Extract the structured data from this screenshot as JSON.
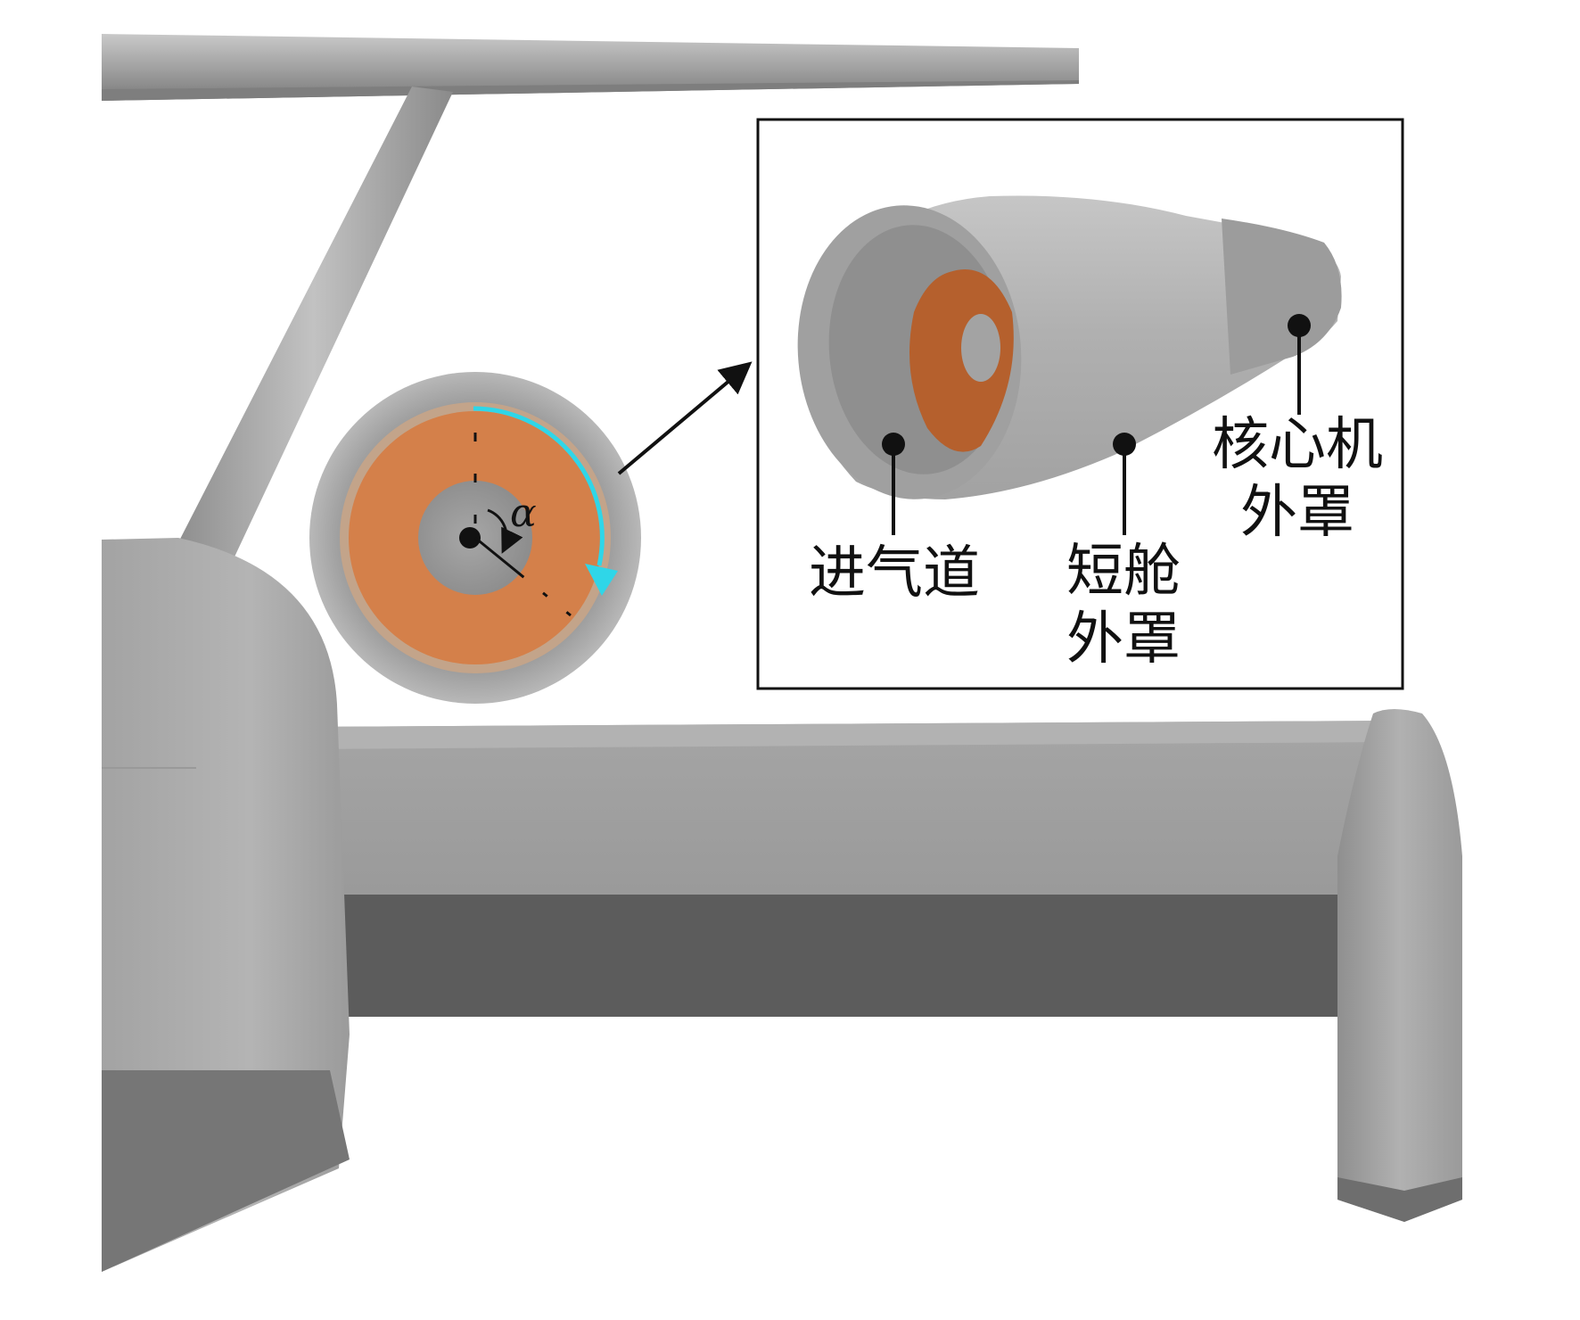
{
  "colors": {
    "background": "#ffffff",
    "surface_light": "#b4b4b4",
    "surface_mid": "#9d9d9d",
    "surface_dark": "#5e5e5e",
    "fan_face": "#d4804a",
    "fan_face_dark": "#b5602d",
    "arc_highlight": "#2fd6e8",
    "ink": "#111111"
  },
  "annotation": {
    "angle_symbol": "α"
  },
  "callouts": {
    "inlet": {
      "lines": [
        "进气道"
      ]
    },
    "nacelle_cowl": {
      "lines": [
        "短舱",
        "外罩"
      ]
    },
    "core_cowl": {
      "lines": [
        "核心机",
        "外罩"
      ]
    }
  }
}
